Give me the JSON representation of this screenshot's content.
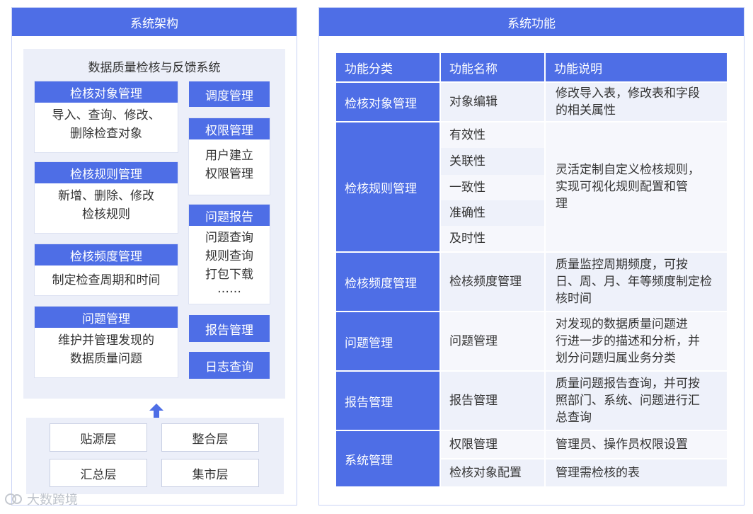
{
  "left_panel": {
    "header": "系统架构",
    "system_title": "数据质量检核与反馈系统",
    "modules": [
      {
        "title": "检核对象管理",
        "lines": [
          "导入、查询、修改、",
          "删除检查对象"
        ]
      },
      {
        "title": "检核规则管理",
        "lines": [
          "新增、删除、修改",
          "检核规则"
        ]
      },
      {
        "title": "检核频度管理",
        "lines": [
          "制定检查周期和时间"
        ]
      },
      {
        "title": "问题管理",
        "lines": [
          "维护并管理发现的",
          "数据质量问题"
        ]
      }
    ],
    "right_items": {
      "schedule": "调度管理",
      "permission": {
        "title": "权限管理",
        "lines": [
          "用户建立",
          "权限管理"
        ]
      },
      "issue_report": {
        "title": "问题报告",
        "lines": [
          "问题查询",
          "规则查询",
          "打包下载",
          "……"
        ]
      },
      "report": "报告管理",
      "log": "日志查询"
    },
    "layers": [
      "贴源层",
      "整合层",
      "汇总层",
      "集市层"
    ],
    "watermark": "大数跨境"
  },
  "right_panel": {
    "header": "系统功能",
    "columns": [
      "功能分类",
      "功能名称",
      "功能说明"
    ],
    "rows": {
      "obj": {
        "category": "检核对象管理",
        "name": "对象编辑",
        "desc": [
          "修改导入表，修改表和字段",
          "的相关属性"
        ]
      },
      "rule": {
        "category": "检核规则管理",
        "names": [
          "有效性",
          "关联性",
          "一致性",
          "准确性",
          "及时性"
        ],
        "desc": [
          "灵活定制自定义检核规则，",
          "实现可视化规则配置和管",
          "理"
        ]
      },
      "freq": {
        "category": "检核频度管理",
        "name": "检核频度管理",
        "desc": [
          "质量监控周期频度，可按",
          "日、周、月、年等频度制定检",
          "核时间"
        ]
      },
      "issue": {
        "category": "问题管理",
        "name": "问题管理",
        "desc": [
          "对发现的数据质量问题进",
          "行进一步的描述和分析，并",
          "划分问题归属业务分类"
        ]
      },
      "report": {
        "category": "报告管理",
        "name": "报告管理",
        "desc": [
          "质量问题报告查询，并可按",
          "照部门、系统、问题进行汇",
          "总查询"
        ]
      },
      "sys": {
        "category": "系统管理",
        "names": [
          "权限管理",
          "检核对象配置"
        ],
        "descs": [
          "管理员、操作员权限设置",
          "管理需检核的表"
        ]
      }
    }
  },
  "colors": {
    "primary": "#4e6ee6",
    "light_bg": "#eceff9",
    "row_bg": "#eef1fa"
  }
}
